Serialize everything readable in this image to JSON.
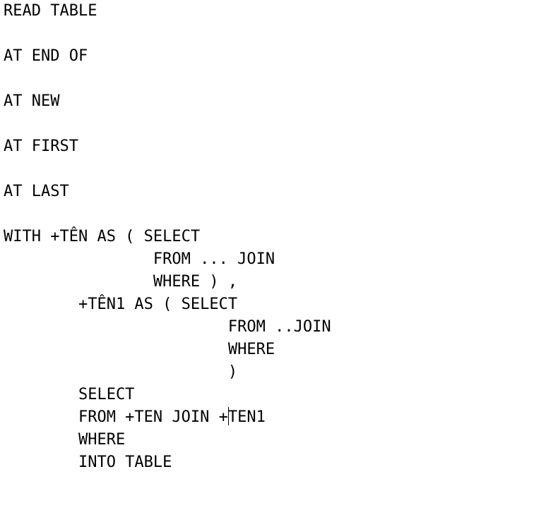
{
  "lines": [
    "READ TABLE",
    "AT END OF",
    "AT NEW",
    "AT FIRST",
    "AT LAST",
    "WITH +TÊN AS ( SELECT",
    "                FROM ... JOIN",
    "                WHERE ) ,",
    "        +TÊN1 AS ( SELECT",
    "                        FROM ..JOIN",
    "                        WHERE",
    "                        )",
    "        SELECT",
    "        FROM +TEN JOIN +",
    "TEN1",
    "        WHERE",
    "        INTO TABLE"
  ]
}
